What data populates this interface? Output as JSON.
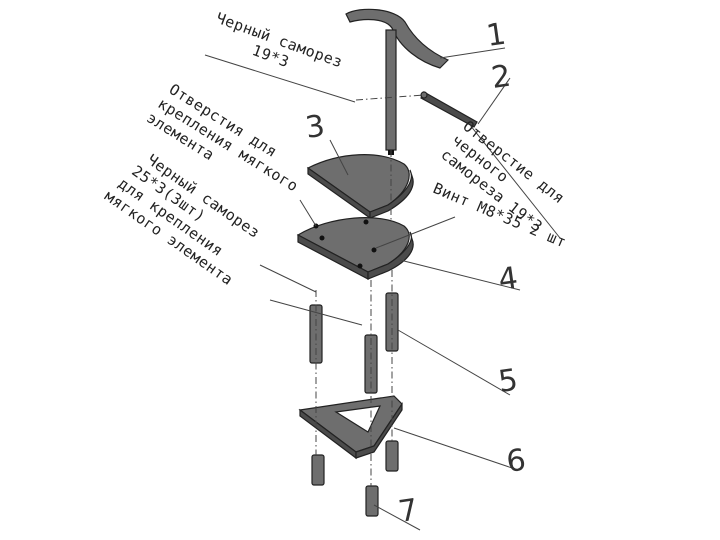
{
  "labels": {
    "screw_black_19x3": [
      "Черный саморез",
      "19*3"
    ],
    "hole_black_screw": [
      "Отверстие для",
      "черного",
      "самореза 19*3"
    ],
    "holes_soft_element": [
      "Отверстия для",
      "крепления мягкого",
      "элемента"
    ],
    "bolt_m8": "Винт М8*35 2 шт",
    "screw_black_25x3": [
      "Черный саморез",
      "25*3(3шт)",
      "для крепления",
      "мягкого элемента"
    ]
  },
  "part_numbers": [
    "1",
    "2",
    "3",
    "4",
    "5",
    "6",
    "7"
  ],
  "colors": {
    "part_fill": "#6e6e6e",
    "line": "#444444",
    "text": "#222222"
  }
}
